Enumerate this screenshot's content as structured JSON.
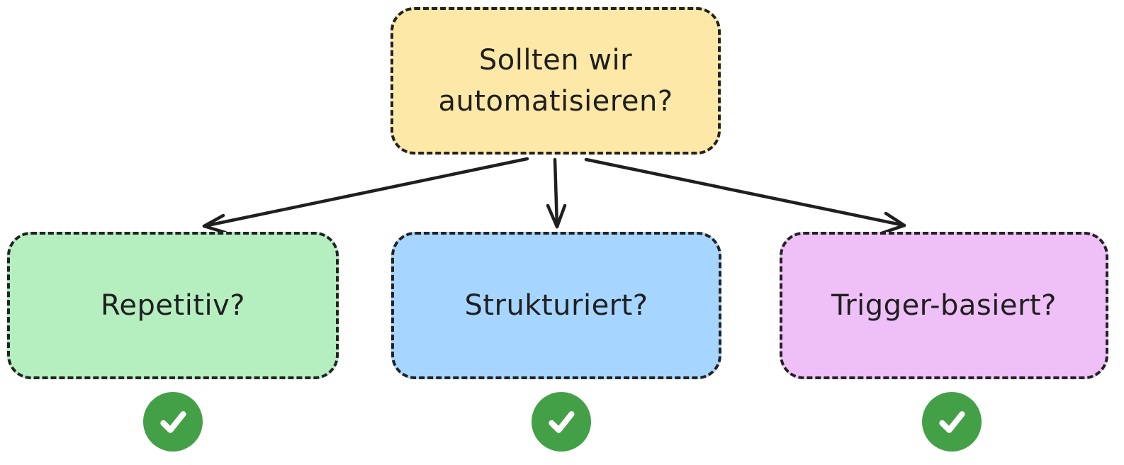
{
  "root": {
    "label": "Sollten wir automatisieren?",
    "fill": "#fde8a7"
  },
  "children": [
    {
      "label": "Repetitiv?",
      "fill": "#b5efc0",
      "check": "check-icon"
    },
    {
      "label": "Strukturiert?",
      "fill": "#a6d6ff",
      "check": "check-icon"
    },
    {
      "label": "Trigger-basiert?",
      "fill": "#efc0f7",
      "check": "check-icon"
    }
  ],
  "colors": {
    "line": "#1f1f1f",
    "check_badge": "#43a047",
    "check_mark": "#ffffff"
  }
}
